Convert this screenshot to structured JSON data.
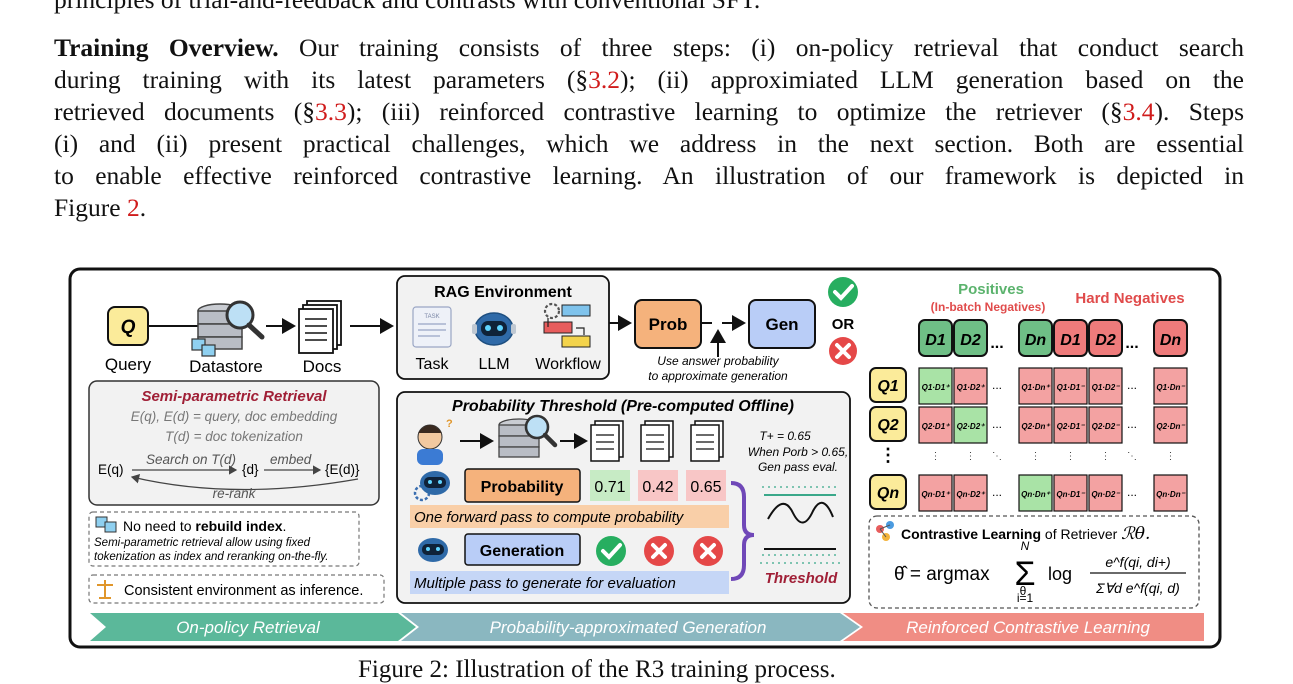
{
  "paragraph_top": {
    "text": "principles of trial-and-feedback and contrasts with conventional SFT."
  },
  "paragraph": {
    "heading": "Training Overview.",
    "line1_rest": "Our training consists of three steps: (i) on-policy retrieval that conduct search",
    "line2_a": "during training with its latest parameters (§",
    "ref1": "3.2",
    "line2_b": "); (ii) approximiated LLM generation based on the",
    "line3_a": "retrieved documents (§",
    "ref2": "3.3",
    "line3_b": "); (iii) reinforced contrastive learning to optimize the retriever (§",
    "ref3": "3.4",
    "line3_c": "). Steps",
    "line4": "(i) and (ii) present practical challenges, which we address in the next section. Both are essential",
    "line5": "to enable effective reinforced contrastive learning. An illustration of our framework is depicted in",
    "line6_a": "Figure ",
    "ref4": "2",
    "line6_b": "."
  },
  "figure": {
    "query_label": "Query",
    "q_letter": "Q",
    "datastore_label": "Datastore",
    "docs_label": "Docs",
    "rag_title": "RAG Environment",
    "task_label": "Task",
    "task_icon_text": "TASK",
    "llm_label": "LLM",
    "workflow_label": "Workflow",
    "prob_label": "Prob",
    "gen_label": "Gen",
    "or_label": "OR",
    "prob_note_1": "Use answer probability",
    "prob_note_2": "to approximate generation",
    "semi_title": "Semi-parametric Retrieval",
    "semi_line1": "E(q), E(d) = query, doc embedding",
    "semi_line2": "T(d) = doc tokenization",
    "eq_label": "E(q)",
    "search_label": "Search on T(d)",
    "d_set_label": "{d}",
    "embed_label": "embed",
    "ed_label": "{E(d)}",
    "rerank_label": "re-rank",
    "noneed_a": "No need to ",
    "noneed_b": "rebuild index",
    "noneed_c": ".",
    "noneed_line2": "Semi-parametric retrieval allow using fixed",
    "noneed_line3": "tokenization as index and reranking on-the-fly.",
    "consistent_label": "Consistent environment as inference.",
    "threshold_title": "Probability Threshold (Pre-computed Offline)",
    "probability_label": "Probability",
    "prob_values": [
      "0.71",
      "0.42",
      "0.65"
    ],
    "forward_label": "One forward pass to compute probability",
    "generation_label": "Generation",
    "multi_label": "Multiple pass to generate for evaluation",
    "tplus_1": "T+ = 0.65",
    "tplus_2": "When Porb > 0.65,",
    "tplus_3": "Gen pass eval.",
    "threshold_label": "Threshold",
    "positives_label": "Positives",
    "inbatch_label": "(In-batch Negatives)",
    "hard_label": "Hard Negatives",
    "pos_docs": [
      "D1",
      "D2",
      "Dn"
    ],
    "neg_docs": [
      "D1",
      "D2",
      "Dn"
    ],
    "queries": [
      "Q1",
      "Q2",
      "Qn"
    ],
    "ellipsis": "...",
    "cl_a": "Contrastive Learning",
    "cl_b": " of Retriever ",
    "cl_c": "ℛθ.",
    "formula_lhs": "θ̂ = argmax",
    "formula_sub": "θ",
    "formula_sum_top": "N",
    "formula_sum": "Σ",
    "formula_sum_bot": "i=1",
    "formula_log": "log",
    "formula_num": "e^f(qi, di+)",
    "formula_den": "Σ∀d e^f(qi, d)",
    "band1": "On-policy Retrieval",
    "band2": "Probability-approximated Generation",
    "band3": "Reinforced Contrastive Learning"
  },
  "caption": {
    "text": "Figure 2: Illustration of the R3 training process."
  },
  "colors": {
    "citation_red": "#d01c1c",
    "q_yellow": "#fbeb9a",
    "prob_orange": "#f5b27c",
    "gen_blue": "#b9cdf7",
    "positive_green": "#a9e3a6",
    "negative_red": "#f3a2a2",
    "band_green": "#5bb89a",
    "band_teal": "#8ab7c0",
    "band_salmon": "#f08d84",
    "check_green": "#27ae60",
    "cross_red": "#e54848"
  }
}
